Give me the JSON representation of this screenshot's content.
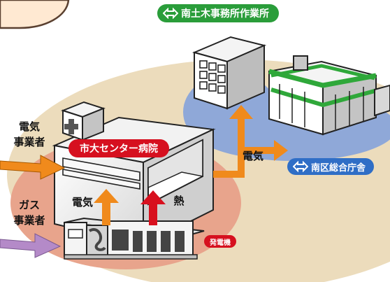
{
  "labels": {
    "south_civil_office": "南土木事務所作業所",
    "south_ward_office": "南区総合庁舎",
    "city_hospital": "市大センター病院",
    "generator": "発電機",
    "elec_supplier_line1": "電気",
    "elec_supplier_line2": "事業者",
    "gas_supplier_line1": "ガス",
    "gas_supplier_line2": "事業者",
    "electricity_out": "電気",
    "electricity_gen": "電気",
    "heat": "熱"
  },
  "icons": {
    "direction_marker": "double-arrow-icon",
    "hospital_cross": "plus-icon"
  },
  "colors": {
    "green_label": "#2a9d3a",
    "blue_label": "#2f6ec6",
    "red_label": "#d6101f",
    "electricity_arrow": "#f08a1c",
    "heat_arrow": "#d8101e",
    "gas_arrow": "#b48ac8",
    "ground": "#ecdcbc",
    "hospital_zone": "#e8a48c",
    "office_zone": "#8fa8d8",
    "green_roof": "#2fa83a"
  }
}
